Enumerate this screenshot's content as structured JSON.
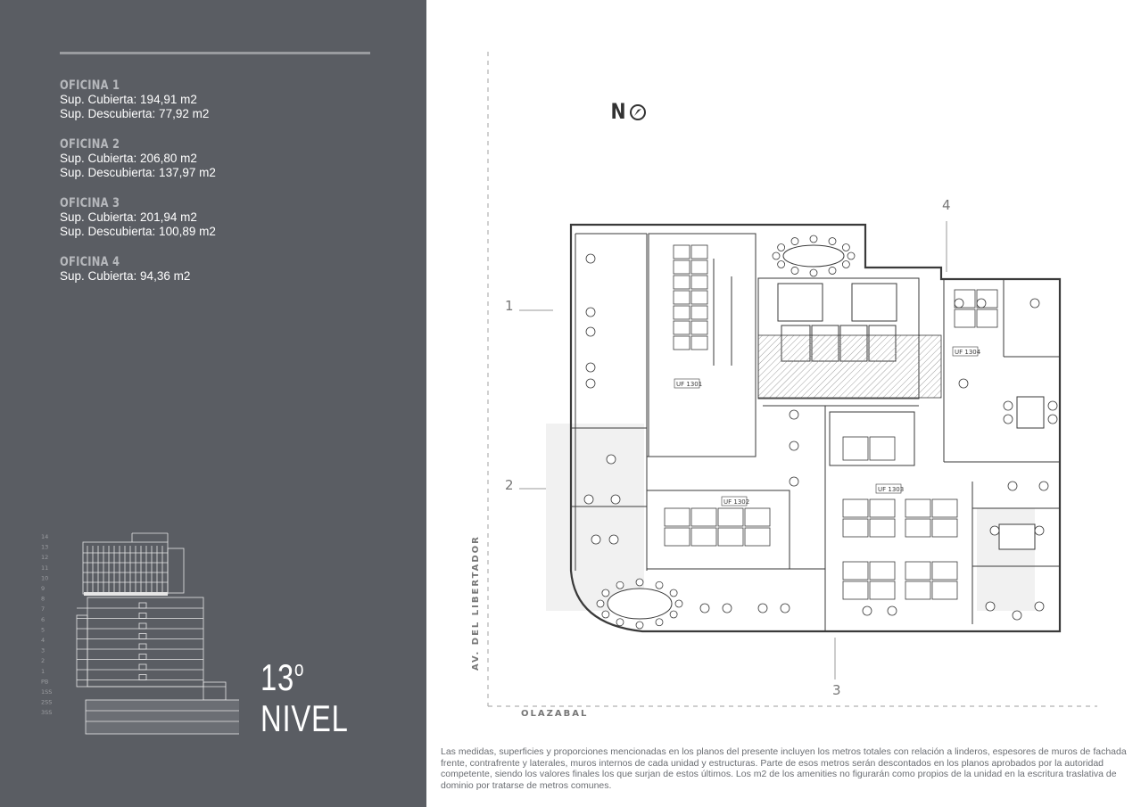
{
  "offices": [
    {
      "name": "OFICINA 1",
      "lines": [
        "Sup. Cubierta: 194,91 m2",
        "Sup. Descubierta: 77,92 m2"
      ]
    },
    {
      "name": "OFICINA 2",
      "lines": [
        "Sup. Cubierta: 206,80 m2",
        "Sup. Descubierta: 137,97 m2"
      ]
    },
    {
      "name": "OFICINA 3",
      "lines": [
        "Sup. Cubierta: 201,94 m2",
        "Sup. Descubierta: 100,89 m2"
      ]
    },
    {
      "name": "OFICINA 4",
      "lines": [
        "Sup. Cubierta: 94,36 m2"
      ]
    }
  ],
  "level": {
    "number": "13",
    "degree": "o",
    "word": "NIVEL"
  },
  "elevation_floors": [
    "14",
    "13",
    "12",
    "11",
    "10",
    "9",
    "8",
    "7",
    "6",
    "5",
    "4",
    "3",
    "2",
    "1",
    "PB",
    "1SS",
    "2SS",
    "3SS"
  ],
  "north_label": "N",
  "axes": {
    "a1": "1",
    "a2": "2",
    "a3": "3",
    "a4": "4"
  },
  "units": {
    "uf1301": "UF 1301",
    "uf1302": "UF 1302",
    "uf1303": "UF 1303",
    "uf1304": "UF 1304"
  },
  "streets": {
    "vertical": "AV. DEL LIBERTADOR",
    "horizontal": "OLAZABAL"
  },
  "disclaimer": "Las medidas, superficies y proporciones mencionadas en los planos del presente incluyen los metros totales con relación a linderos, espesores de muros de fachada frente, contrafrente y laterales, muros internos de cada unidad y estructuras. Parte de esos metros serán descontados en los planos aprobados por la autoridad competente, siendo los valores finales los que surjan de estos últimos.  Los m2 de los amenities no figurarán como propios de la unidad en la escritura traslativa de dominio por tratarse de metros comunes.",
  "colors": {
    "sidebar": "#5a5d63",
    "office_title": "#b6b8bc",
    "plan_line": "#3a3a3a"
  }
}
